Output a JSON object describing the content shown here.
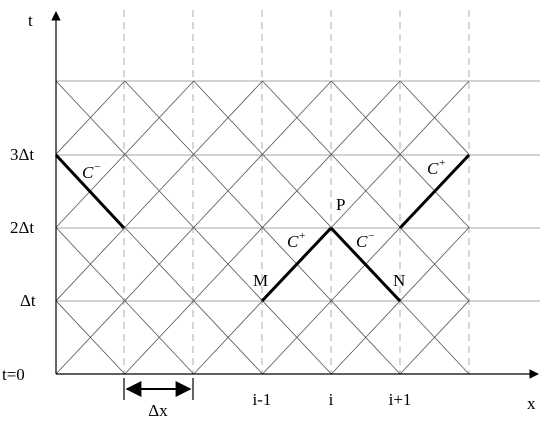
{
  "axes": {
    "x_label": "x",
    "t_label": "t"
  },
  "t_ticks": [
    "t=0",
    "Δt",
    "2Δt",
    "3Δt"
  ],
  "x_ticks": [
    "i-1",
    "i",
    "i+1"
  ],
  "dx_label": "Δx",
  "points": {
    "P": "P",
    "M": "M",
    "N": "N"
  },
  "characteristics": {
    "c_minus_base": "C",
    "c_minus_sup": "−",
    "c_plus_base": "C",
    "c_plus_sup": "+"
  }
}
